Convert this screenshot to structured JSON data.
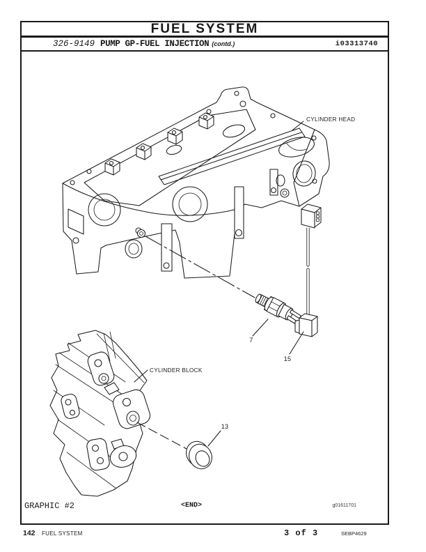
{
  "header": {
    "title": "FUEL SYSTEM",
    "section_number": "326-9149",
    "section_title": "PUMP GP-FUEL INJECTION",
    "contd_note": "(contd.)",
    "doc_id": "i03313740"
  },
  "figure": {
    "cylinder_head_label": "CYLINDER HEAD",
    "cylinder_block_label": "CYLINDER BLOCK",
    "item_7": "7",
    "item_13": "13",
    "item_15": "15",
    "caption": "GRAPHIC #2",
    "end_marker": "<END>",
    "graphic_id": "g01611701"
  },
  "footer": {
    "page_number": "142",
    "section_label": "FUEL SYSTEM",
    "page_indicator": "3 of 3",
    "manual_code": "SEBP4629"
  },
  "colors": {
    "ink": "#1a1a1a",
    "paper": "#ffffff"
  }
}
